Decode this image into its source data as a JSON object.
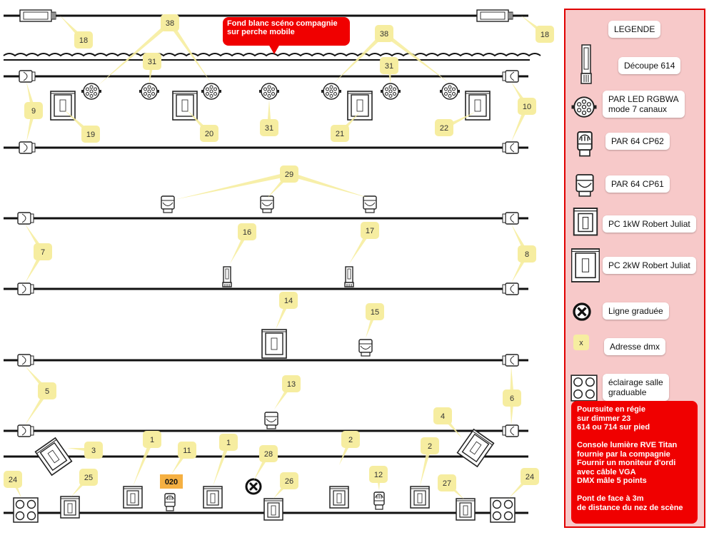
{
  "notes": {
    "fond": "Fond blanc scéno compagnie\nsur perche mobile",
    "regie": "Poursuite en régie\nsur dimmer 23\n614 ou 714 sur pied\n\nConsole lumière RVE Titan\nfournie par la compagnie\nFournir un moniteur d'ordi\navec câble VGA\nDMX mâle 5 points\n\nPont de face à 3m\nde distance du nez de scène"
  },
  "legend": {
    "title": "LEGENDE",
    "items": [
      {
        "icon": "decoupe-614",
        "label": "Découpe 614"
      },
      {
        "icon": "par-led",
        "label": "PAR LED RGBWA\nmode 7 canaux"
      },
      {
        "icon": "par64-cp62",
        "label": "PAR 64 CP62"
      },
      {
        "icon": "par64-cp61",
        "label": "PAR 64 CP61"
      },
      {
        "icon": "pc-1kw",
        "label": "PC 1kW Robert Juliat"
      },
      {
        "icon": "pc-2kw",
        "label": "PC 2kW Robert Juliat"
      },
      {
        "icon": "ligne-graduee",
        "label": "Ligne graduée"
      },
      {
        "icon": "adresse-dmx",
        "label": "Adresse dmx",
        "tag": "x"
      },
      {
        "icon": "eclairage-salle",
        "label": "éclairage salle\ngraduable"
      }
    ]
  },
  "tags": [
    "18",
    "18",
    "38",
    "38",
    "31",
    "31",
    "31",
    "9",
    "10",
    "19",
    "20",
    "21",
    "22",
    "29",
    "7",
    "8",
    "16",
    "17",
    "14",
    "15",
    "5",
    "6",
    "13",
    "4",
    "3",
    "1",
    "1",
    "2",
    "2",
    "11",
    "28",
    "12",
    "24",
    "25",
    "26",
    "27",
    "24"
  ],
  "dimmer_label": "020",
  "colors": {
    "tag": "#f6eda0",
    "accent": "#f00000",
    "legend_bg": "#f7c9c9",
    "dimmer": "#f5b042"
  }
}
